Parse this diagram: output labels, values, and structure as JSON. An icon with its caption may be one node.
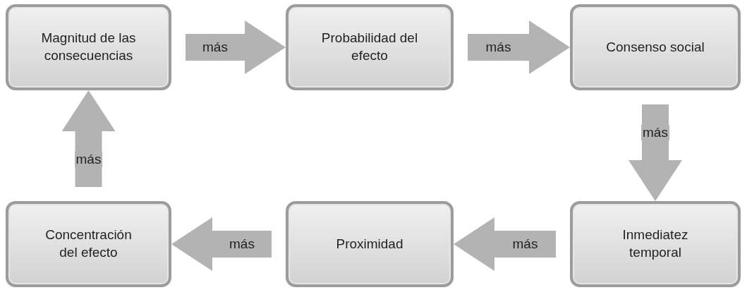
{
  "diagram": {
    "nodes": [
      {
        "text": [
          "Magnitud de las consecuencias"
        ]
      },
      {
        "text": [
          "Probabilidad del efecto"
        ]
      },
      {
        "text": [
          "Consenso social"
        ]
      },
      {
        "text": [
          "Concentración del efecto"
        ]
      },
      {
        "text": [
          "Proximidad"
        ]
      },
      {
        "text": [
          "Inmediatez temporal"
        ]
      }
    ],
    "edges": [
      {
        "from": 0,
        "to": 1,
        "arrow": "to",
        "label": "más"
      },
      {
        "from": 1,
        "to": 2,
        "arrow": "to",
        "label": "más"
      },
      {
        "from": 2,
        "to": 5,
        "arrow": "to",
        "label": "más"
      },
      {
        "from": 5,
        "to": 4,
        "arrow": "to",
        "label": "más"
      },
      {
        "from": 4,
        "to": 3,
        "arrow": "to",
        "label": "más"
      },
      {
        "from": 3,
        "to": 0,
        "arrow": "to",
        "label": "más"
      }
    ]
  }
}
